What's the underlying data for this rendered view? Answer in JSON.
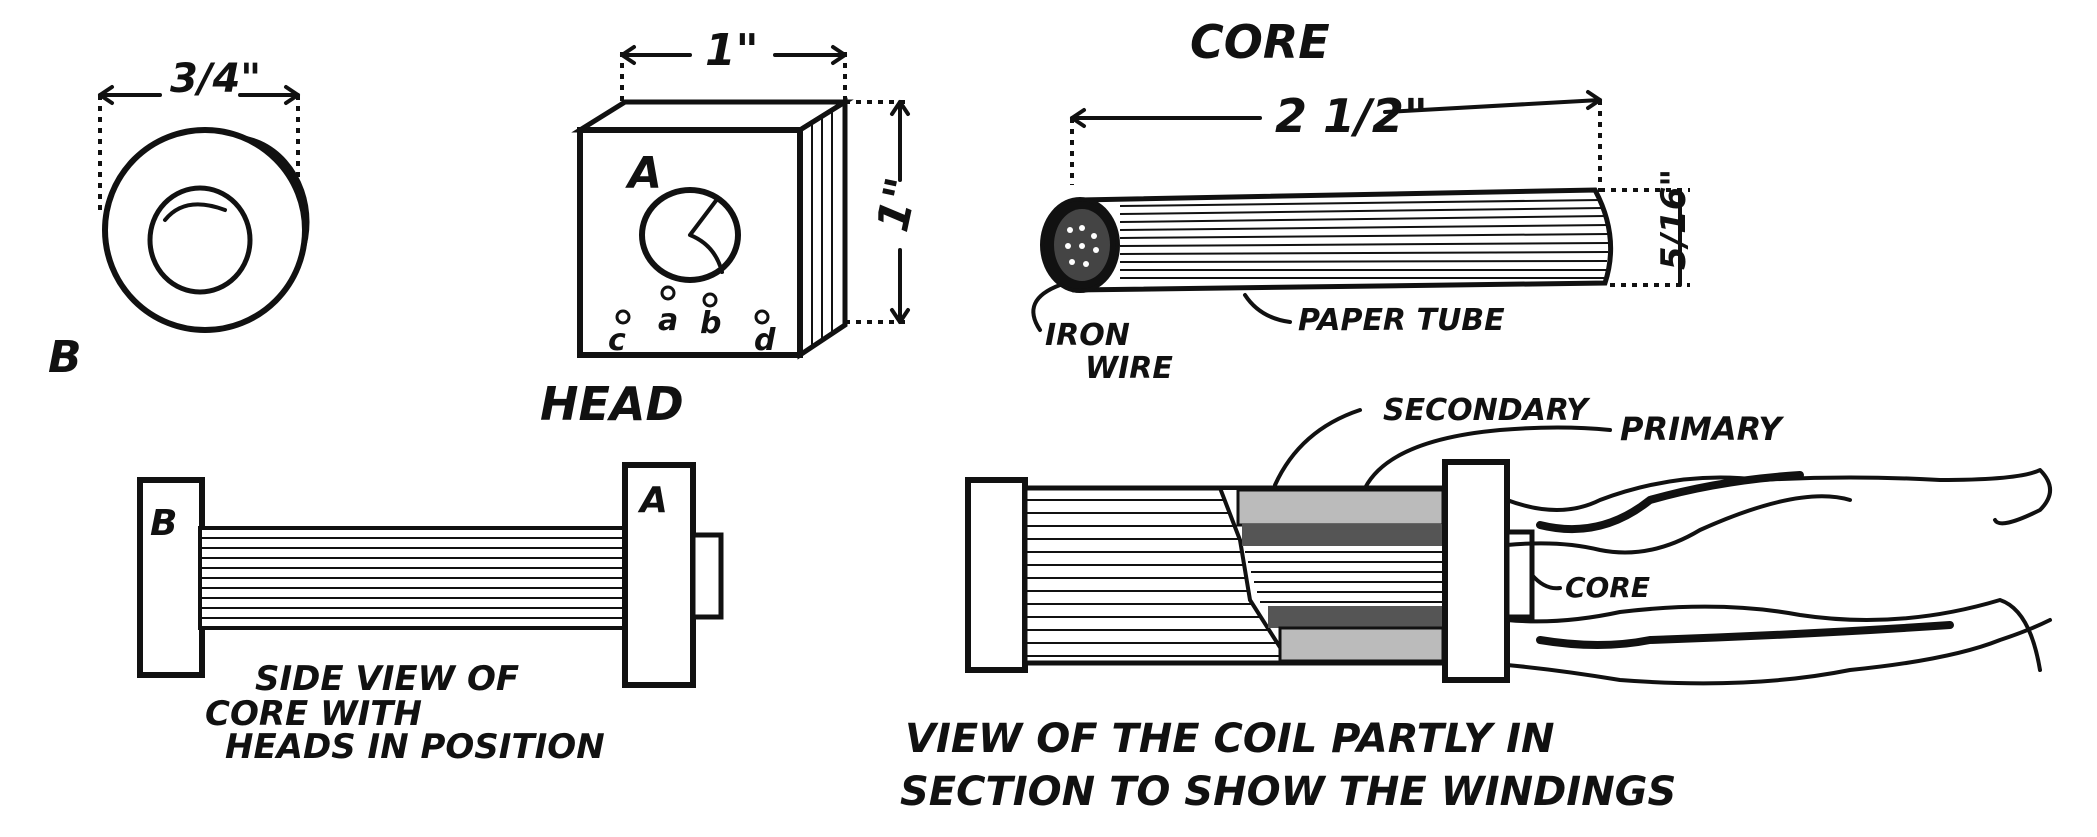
{
  "labels": {
    "washer_dim": "3/4\"",
    "washer_letter": "B",
    "head_dim_width": "1\"",
    "head_dim_height": "1\"",
    "head_letter": "A",
    "hole_a1": "a",
    "hole_b": "b",
    "hole_c": "c",
    "hole_d": "d",
    "head_caption": "HEAD",
    "core_title": "CORE",
    "core_length": "2 1/2\"",
    "core_diameter": "5/16\"",
    "iron_wire_1": "IRON",
    "iron_wire_2": "WIRE",
    "paper_tube": "PAPER TUBE",
    "side_B": "B",
    "side_A": "A",
    "side_caption_1": "SIDE VIEW OF",
    "side_caption_2": "CORE WITH",
    "side_caption_3": "HEADS IN POSITION",
    "secondary": "SECONDARY",
    "primary": "PRIMARY",
    "coil_core": "CORE",
    "coil_caption_1": "VIEW OF THE COIL PARTLY IN",
    "coil_caption_2": "SECTION TO SHOW THE WINDINGS"
  }
}
